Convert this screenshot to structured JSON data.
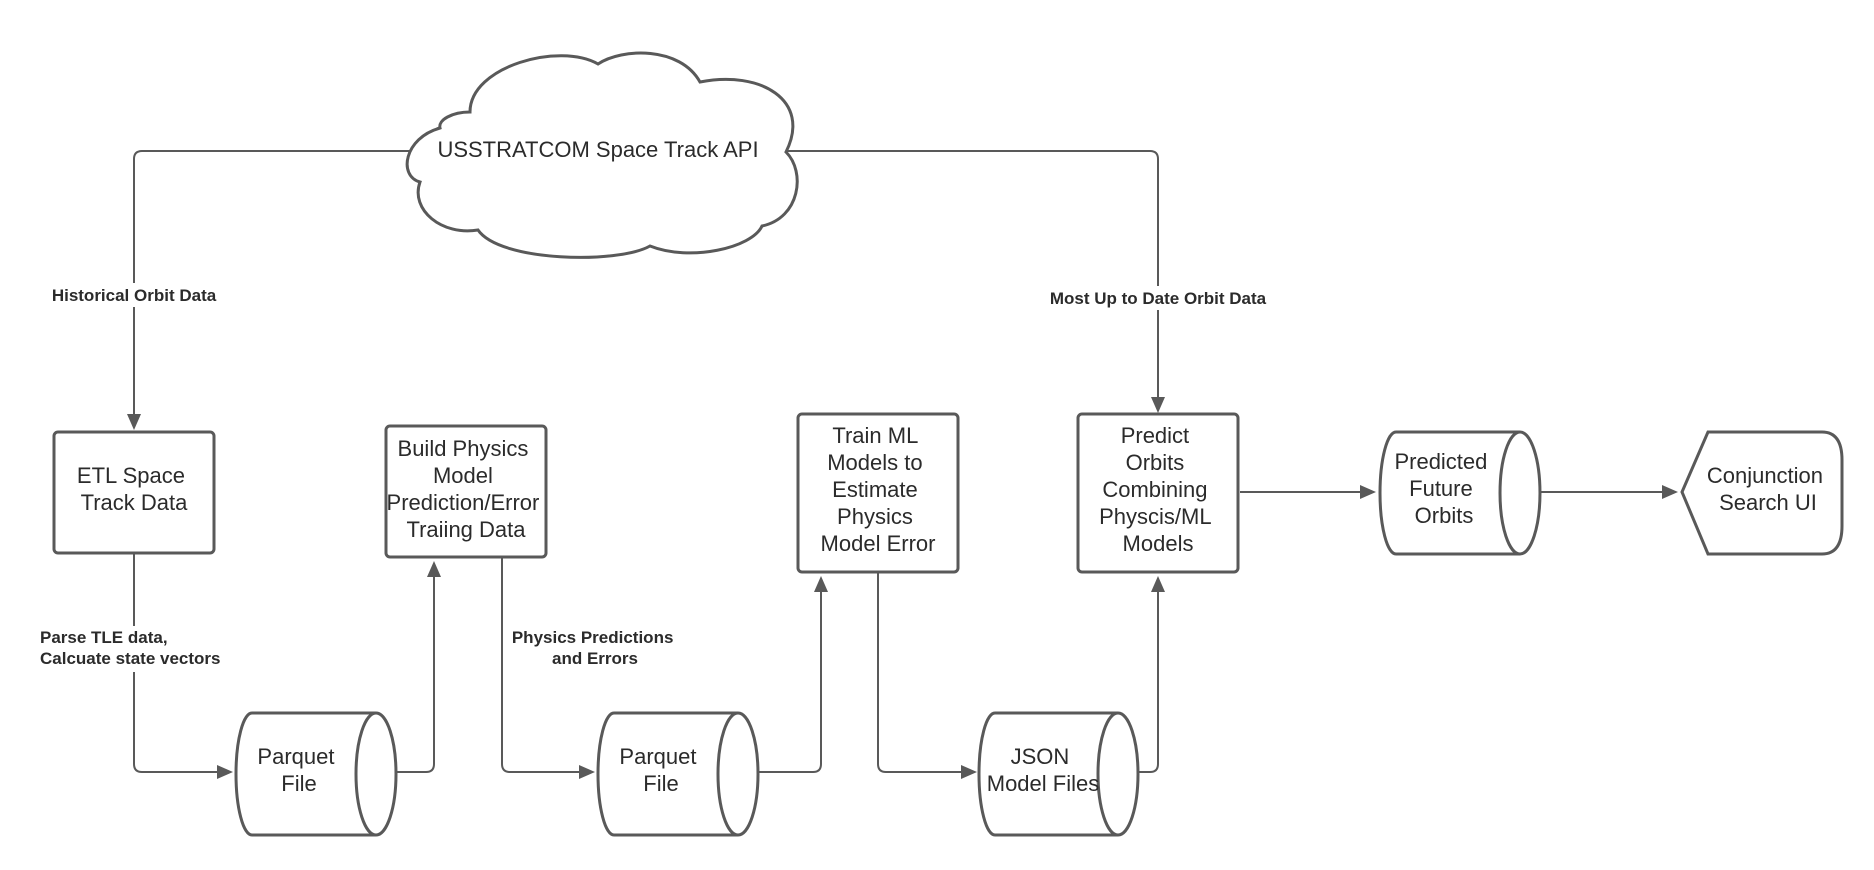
{
  "nodes": {
    "api": {
      "lines": [
        "USSTRATCOM Space Track API"
      ]
    },
    "etl": {
      "lines": [
        "ETL Space",
        "Track Data"
      ]
    },
    "parquet1": {
      "lines": [
        "Parquet",
        "File"
      ]
    },
    "build_physics": {
      "lines": [
        "Build Physics",
        "Model",
        "Prediction/Error",
        "Traiing Data"
      ]
    },
    "parquet2": {
      "lines": [
        "Parquet",
        "File"
      ]
    },
    "train_ml": {
      "lines": [
        "Train ML",
        "Models to",
        "Estimate",
        "Physics",
        "Model Error"
      ]
    },
    "json_files": {
      "lines": [
        "JSON",
        "Model Files"
      ]
    },
    "predict": {
      "lines": [
        "Predict",
        "Orbits",
        "Combining",
        "Physcis/ML",
        "Models"
      ]
    },
    "predicted": {
      "lines": [
        "Predicted",
        "Future",
        "Orbits"
      ]
    },
    "conjunction": {
      "lines": [
        "Conjunction",
        "Search UI"
      ]
    }
  },
  "edge_labels": {
    "historical": {
      "lines": [
        "Historical Orbit Data"
      ]
    },
    "latest": {
      "lines": [
        "Most Up to Date Orbit Data"
      ]
    },
    "parse": {
      "lines": [
        "Parse TLE data,",
        "Calcuate state vectors"
      ]
    },
    "physics_pred": {
      "lines": [
        "Physics Predictions",
        "and Errors"
      ]
    }
  }
}
